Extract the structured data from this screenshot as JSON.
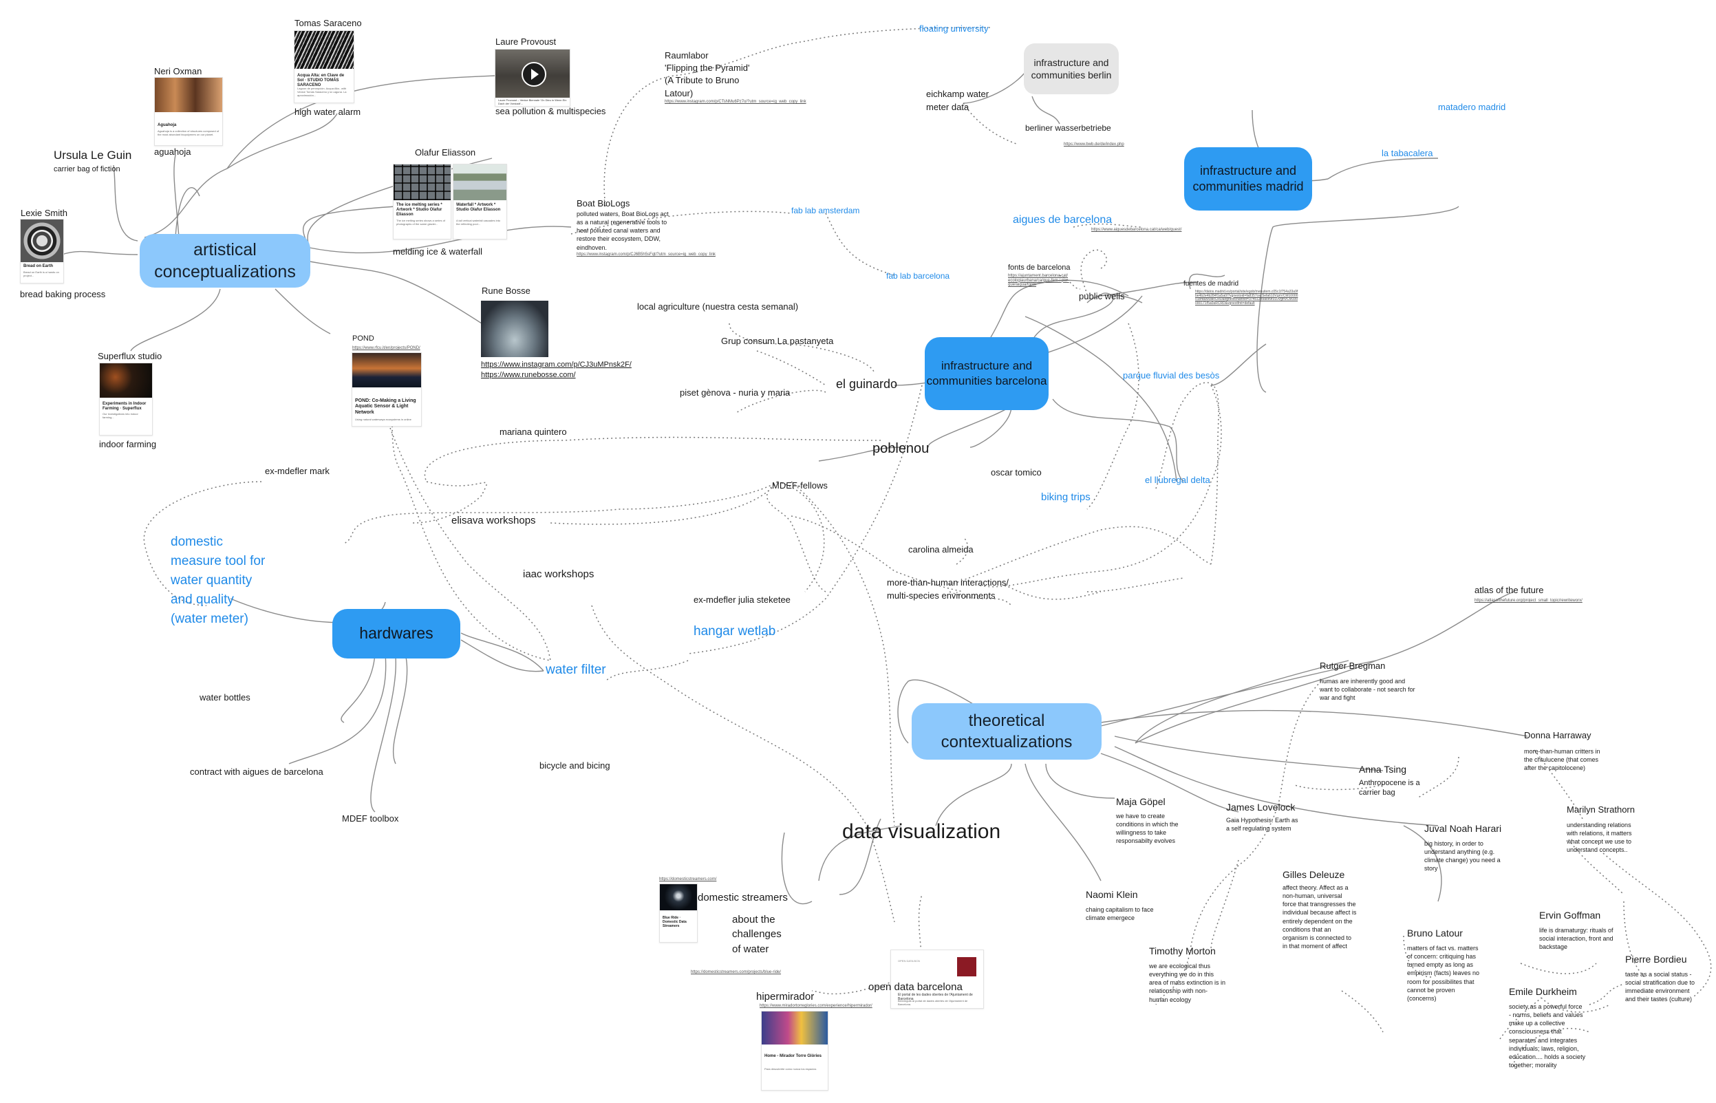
{
  "colors": {
    "light_node": "#8cc8fc",
    "dark_node": "#2e9bf2",
    "grey_node": "#e6e6e6",
    "blue_text": "#1f8ae8",
    "link": "#8a8a8a"
  },
  "nodes": {
    "artistical": "artistical conceptualizations",
    "hardwares": "hardwares",
    "theoretical": "theoretical contextualizations",
    "infra_barcelona": "infrastructure and communities barcelona",
    "infra_madrid": "infrastructure and communities madrid",
    "infra_berlin": "infrastructure and communities berlin"
  },
  "artists": {
    "tomas": "Tomas Saraceno",
    "high_water": "high water alarm",
    "laure": "Laure Provoust",
    "sea": "sea pollution & multispecies",
    "neri": "Neri Oxman",
    "aguahoja": "aguahoja",
    "ursula": "Ursula Le Guin",
    "carrier": "carrier bag of fiction",
    "lexie": "Lexie Smith",
    "bread": "bread baking process",
    "olafur": "Olafur Eliasson",
    "melding": "melding ice & waterfall",
    "superflux": "Superflux studio",
    "indoor": "indoor farming",
    "pond": "POND",
    "rune": "Rune Bosse",
    "rune_url1": "https://www.instagram.com/p/CJ3uMPnsk2F/",
    "rune_url2": "https://www.runebosse.com/",
    "boat": "Boat BioLogs",
    "boat_desc": "polluted waters, Boat BioLogs act as a natural regenerative tools to heal polluted canal waters and restore their ecosystem, DDW, eindhoven.",
    "boat_url": "https://www.instagram.com/p/CJ6B5h5sFqt/?utm_source=ig_web_copy_link",
    "raumlabor": "Raumlabor\n'Flipping the Pyramid'\n(A Tribute to Bruno\nLatour)",
    "raumlabor_url": "https://www.instagram.com/p/CTsNMu6Pz7o/?utm_source=ig_web_copy_link"
  },
  "cards": {
    "tomas_title": "Acqua Alta: en Clave de Sol · STUDIO TOMÁS SARACENO",
    "tomas_desc": "Lagoon de percepción. Acqua Alta.. with Venice Tomás Saraceno y la Laguna. La aproximación...",
    "laure_caption": "Laure Provoust – Venice Biennale 'On Dieu in Wenn Ein Dach der Vorstadt'...",
    "neri_title": "Aguahoja",
    "neri_desc": "Aguahoja is a collection of structures composed of the most abundant biopolymers on our planet.",
    "olafur1_title": "The ice melting series * Artwork * Studio Olafur Eliasson",
    "olafur1_desc": "The ice melting series shows a series of photographs of the same glacier...",
    "olafur2_title": "Waterfall * Artwork * Studio Olafur Eliasson",
    "olafur2_desc": "A tall vertical waterfall cascades into the reflecting pool...",
    "lexie_title": "Bread on Earth",
    "lexie_desc": "Bread on Earth is a hands on project...",
    "superflux_title": "Experiments in Indoor Farming · Superflux",
    "superflux_desc": "Our investigations into indoor farming...",
    "pond_url": "https://www.rfcu.it/en/projects/POND/",
    "pond_title": "POND: Co-Making a Living Aquatic Sensor & Light Network",
    "pond_desc": "Using natural waterways ecosystems in online",
    "streamers_url": "https://domesticstreamers.com/",
    "streamers_title": "Blue Ride · Domestic Data Streamers",
    "streamers_caption": "https://domesticstreamers.com/projects/blue-ride/",
    "hiper_url": "https://www.miradortorreglories.com/experience/hipermirador/",
    "hiper_title": "Home - Mirador Torre Glòries",
    "hiper_desc": "Para descubrirte como nunca los espacios",
    "odb_head": "OPEN DATA BCN",
    "odb_title": "El portal de les dades obertes de l'Ajuntament de Barcelona",
    "odb_desc": "Benvinguts al portal de dades obertes de l'Ajuntament de Barcelona."
  },
  "hardware": {
    "domestic_measure": "domestic\nmeasure tool for\nwater quantity\nand quality\n(water meter)",
    "water_bottles": "water bottles",
    "aigues_contract": "contract with aigues de barcelona",
    "mdef_toolbox": "MDEF toolbox",
    "bicycle": "bicycle and bicing",
    "water_filter": "water filter"
  },
  "community": {
    "ex_mark": "ex-mdefler mark",
    "mariana": "mariana quintero",
    "mdef_fellows": "MDEF-fellows",
    "elisava": "elisava workshops",
    "iaac": "iaac workshops",
    "julia": "ex-mdefler julia steketee",
    "hangar": "hangar wetlab",
    "carolina": "carolina almeida",
    "more_than": "more-than-human interactions/\nmulti-species environments",
    "poblenou": "poblenou",
    "oscar": "oscar tomico",
    "biking": "biking trips",
    "llobregat": "el llubregal delta",
    "parque": "parque fluvial des besòs",
    "el_guinardo": "el guinardo",
    "local_ag": "local agriculture (nuestra cesta semanal)",
    "grup": "Grup consum La pastanyeta",
    "piset": "piset gènova - nuria y maria",
    "fab_ams": "fab lab amsterdam",
    "fab_bcn": "fab lab barcelona",
    "floating": "floating university",
    "eichkamp": "eichkamp water\nmeter data",
    "berliner": "berliner wasserbetriebe",
    "berliner_url": "https://www.bwb.de/de/index.php",
    "aigues": "aigues de barcelona",
    "aigues_url": "https://www.aiguesdebarcelona.cat/ca/web/guest/",
    "fonts": "fonts de barcelona",
    "fonts_url": "https://ajuntament.barcelona.cat/ecologiaurbana/ca/que-fem-i-per-que/aigua/fonts",
    "public_wells": "public wells",
    "fuentes": "fuentes de madrid",
    "fuentes_url": "https://datos.madrid.es/portal/site/egob/menuitem.c05c1f754a33a9fbe4b2e4b284f1a5a0/?vgnextoid=fa8357cec5efa610VgnVCM1000001d4a900aRCRD&vgnextchannel=374512b9ace9f310VgnVCM100000171f5a0aRCRD&vgnextfmt=default",
    "matadero": "matadero madrid",
    "tabacalera": "la tabacalera"
  },
  "data_viz": {
    "title": "data visualization",
    "streamers": "domestic streamers",
    "about": "about the\nchallenges\nof water",
    "hipermirador": "hipermirador",
    "open_data": "open data barcelona"
  },
  "theory": {
    "atlas": "atlas of the future",
    "atlas_url": "https://atlasofthefuture.org/project_small_topic/rewriteworx/",
    "rutger": "Rutger Bregman",
    "rutger_desc": "humas are inherently good and want to collaborate - not search for war and fight",
    "donna": "Donna Harraway",
    "donna_desc": "more-than-human critters in the chtulucene (that comes after the capitolocene)",
    "anna": "Anna Tsing",
    "anna_desc": "Anthropocene is a carrier bag",
    "marilyn": "Marilyn Strathorn",
    "marilyn_desc": "understanding relations with relations, it matters what concept we use to understand concepts..",
    "maja": "Maja Göpel",
    "maja_desc": "we have to create conditions in which the willingness to take responsabilty evolves",
    "lovelock": "James Lovelock",
    "lovelock_desc": "Gaia Hypothesis: Earth as a self regulating system",
    "harari": "Juval Noah Harari",
    "harari_desc": "big history, in order to understand anything (e.g. climate change) you need a story",
    "klein": "Naomi Klein",
    "klein_desc": "chaing capitalism to face climate emergece",
    "deleuze": "Gilles Deleuze",
    "deleuze_desc": "affect theory. Affect as a non-human, universal force that transgresses the individual because affect is entirely dependent on the conditions that an organism is connected to in that moment of affect",
    "morton": "Timothy Morton",
    "morton_desc": "we are ecological thus everything we do in this area of mass extinction is in relationship with non-human ecology",
    "latour": "Bruno Latour",
    "latour_desc": "matters of fact vs. matters of concern: critiquing has turned empty as long as empirism (facts) leaves no room for possibilites that cannot be proven (concerns)",
    "goffman": "Ervin Goffman",
    "goffman_desc": "life is dramaturgy: rituals of social interaction, front and backstage",
    "bourdieu": "Pierre Bordieu",
    "bourdieu_desc": "taste as a social status - social stratification due to immediate environment and their tastes (culture)",
    "durkheim": "Emile Durkheim",
    "durkheim_desc": "society as a powerful force - norms, beliefs and values make up a collective consciousness that separates and integrates individuals; laws, religion, education.... holds a society together; morality"
  }
}
